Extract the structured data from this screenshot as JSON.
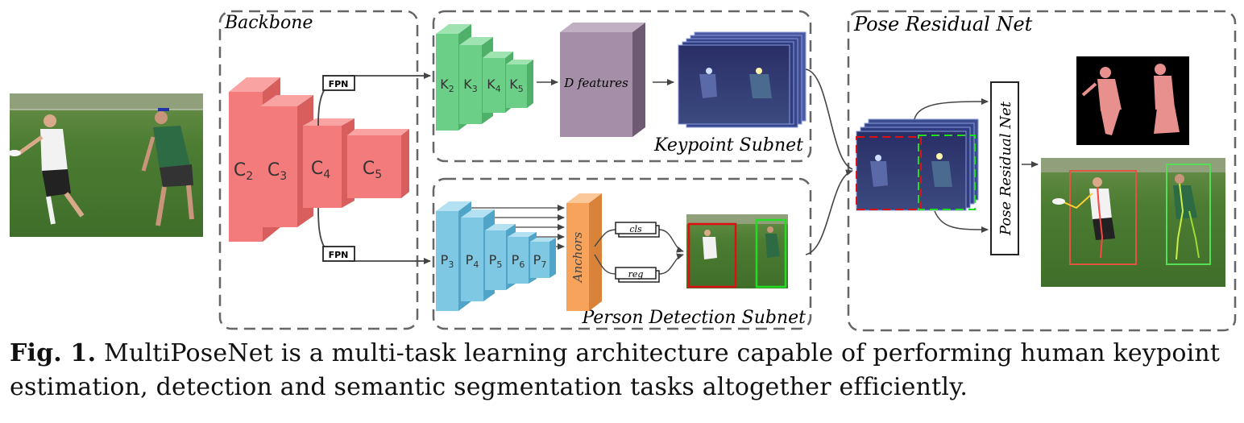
{
  "sections": {
    "backbone": "Backbone",
    "keypoint_subnet": "Keypoint Subnet",
    "person_detection_subnet": "Person Detection Subnet",
    "pose_residual_net": "Pose Residual Net"
  },
  "backbone_blocks": [
    "C",
    "C",
    "C",
    "C"
  ],
  "backbone_subs": [
    "2",
    "3",
    "4",
    "5"
  ],
  "fpn_label": "FPN",
  "keypoint_blocks": [
    "K",
    "K",
    "K",
    "K"
  ],
  "keypoint_subs": [
    "2",
    "3",
    "4",
    "5"
  ],
  "d_features": "D features",
  "detection_blocks": [
    "P",
    "P",
    "P",
    "P",
    "P"
  ],
  "detection_subs": [
    "3",
    "4",
    "5",
    "6",
    "7"
  ],
  "anchors": "Anchors",
  "cls": "cls",
  "reg": "reg",
  "prn_vertical": "Pose Residual Net",
  "caption": {
    "fig": "Fig. 1.",
    "text": "MultiPoseNet is a multi-task learning architecture capable of performing human keypoint estimation, detection and semantic segmentation tasks altogether efficiently."
  },
  "colors": {
    "backbone": "#f47b7b",
    "keypoint": "#6ccf87",
    "detection": "#7ec8e3",
    "dfeatures": "#a58fa8",
    "anchors": "#f7a35c",
    "photo_grass": "#4f7f32",
    "overlay": "#3a3f7a"
  }
}
